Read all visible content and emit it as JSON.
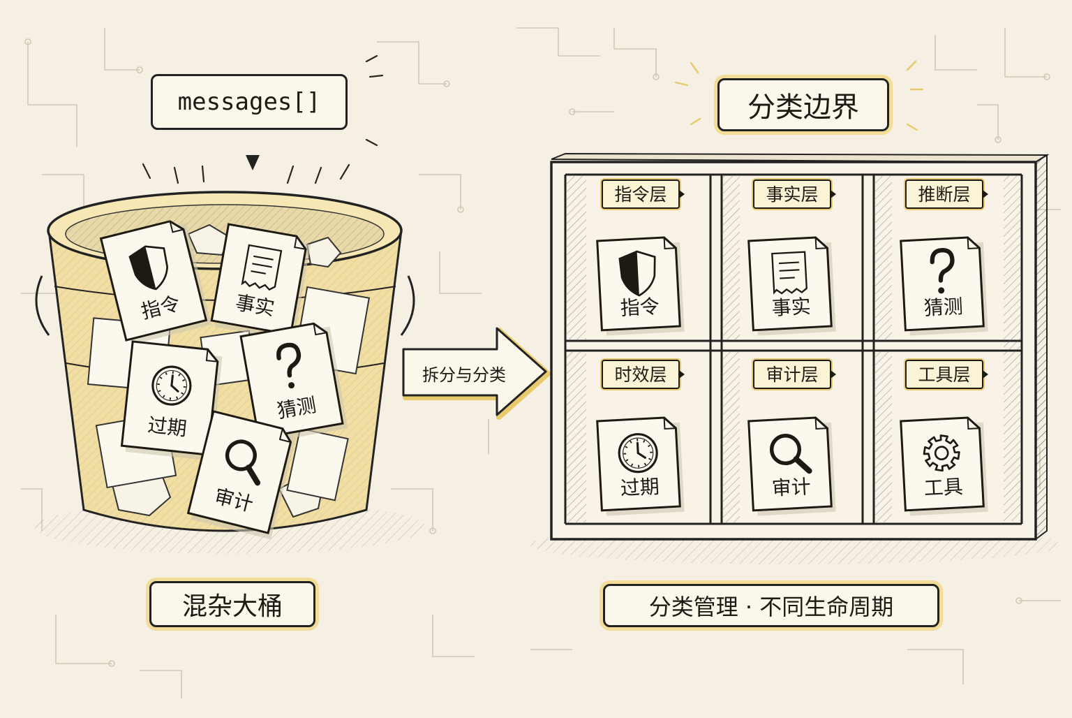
{
  "bucket": {
    "top_label": "messages[]",
    "bottom_label": "混杂大桶",
    "cards": [
      {
        "label": "指令",
        "icon": "shield-icon"
      },
      {
        "label": "事实",
        "icon": "document-icon"
      },
      {
        "label": "猜测",
        "icon": "question-mark-icon"
      },
      {
        "label": "过期",
        "icon": "clock-icon"
      },
      {
        "label": "审计",
        "icon": "magnifier-icon"
      }
    ]
  },
  "arrow": {
    "label": "拆分与分类"
  },
  "shelf": {
    "top_label": "分类边界",
    "bottom_label": "分类管理 · 不同生命周期",
    "cells": [
      {
        "tag": "指令层",
        "card": "指令",
        "icon": "shield-icon"
      },
      {
        "tag": "事实层",
        "card": "事实",
        "icon": "document-icon"
      },
      {
        "tag": "推断层",
        "card": "猜测",
        "icon": "question-mark-icon"
      },
      {
        "tag": "时效层",
        "card": "过期",
        "icon": "clock-icon"
      },
      {
        "tag": "审计层",
        "card": "审计",
        "icon": "magnifier-icon"
      },
      {
        "tag": "工具层",
        "card": "工具",
        "icon": "gear-icon"
      }
    ]
  },
  "colors": {
    "background": "#f5f0e3",
    "ink": "#1d1a14",
    "highlight": "#f2dc98",
    "bucket_fill": "#f3e2a8",
    "paper": "#fbf8ee"
  }
}
